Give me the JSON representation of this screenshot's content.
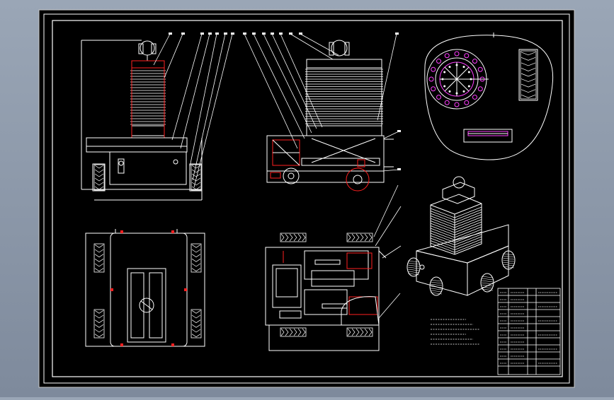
{
  "colors": {
    "background": "#8c98aa",
    "sheet": "#000000",
    "line": "#ffffff",
    "accent_red": "#ff2020",
    "accent_magenta": "#ff40ff",
    "accent_cyan": "#40e0ff"
  },
  "drawing": {
    "views": [
      "front-elevation",
      "side-elevation",
      "bottom-plan",
      "top-plan",
      "detail-gear",
      "isometric"
    ]
  }
}
